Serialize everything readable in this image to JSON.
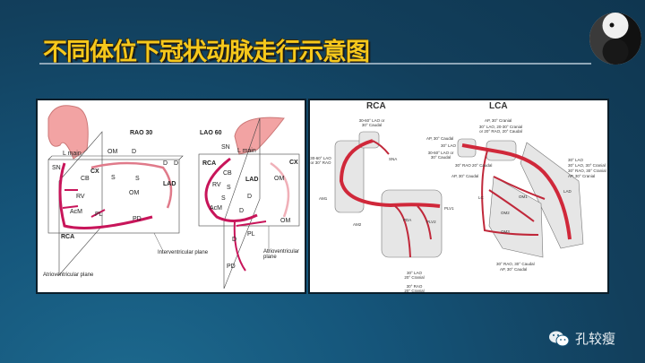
{
  "slide": {
    "title": "不同体位下冠状动脉走行示意图",
    "watermark": "孔较瘦",
    "watermark_icon": "wechat-icon",
    "logo_icon": "panda-yin-yang-logo",
    "title_color": "#f6c81c"
  },
  "left_figure": {
    "view1_title": "RAO 30",
    "view2_title": "LAO 60",
    "rao": {
      "lmain": "L main",
      "om1": "OM",
      "d1": "D",
      "d2": "D",
      "d3": "D",
      "sn": "SN",
      "cx": "CX",
      "cb": "CB",
      "s1": "S",
      "s2": "S",
      "lad": "LAD",
      "om2": "OM",
      "rv": "RV",
      "acm": "AcM",
      "pl": "PL",
      "pd": "PD",
      "rca": "RCA"
    },
    "lao": {
      "sn": "SN",
      "lmain": "L main",
      "rca": "RCA",
      "cb": "CB",
      "lad": "LAD",
      "cx": "CX",
      "om1": "OM",
      "rv": "RV",
      "s1": "S",
      "s2": "S",
      "d1": "D",
      "acm": "AcM",
      "d2": "D",
      "om2": "OM",
      "pl": "PL",
      "d3": "D",
      "pd": "PD"
    },
    "av_plane_1": "Atrioventricular plane",
    "iv_plane": "Interventricular plane",
    "av_plane_2": "Atrioventricular plane"
  },
  "right_figure": {
    "rca_title": "RCA",
    "lca_title": "LCA",
    "rca_notes": [
      "30-60° LAO or 30° Caudal",
      "30-60° LAO or 30° RAO",
      "SNA",
      "AM1",
      "AM2",
      "PDA",
      "PLV1",
      "PLV2",
      "30° LAO 20° Cranial",
      "30° RAO 20° Cranial"
    ],
    "lca_notes": [
      "AP, 30° Cranial",
      "30° LAO, 20-30° Cranial or 20° RAO, 20° Caudal",
      "AP, 30° Caudal",
      "30° LAO",
      "30-60° LAO or 30° Caudal",
      "30° RAO 20° Caudal",
      "AP, 30° Caudal",
      "30° LAO",
      "30° LAO, 30° Cranial",
      "30° RAO, 30° Cranial",
      "AP, 30° Cranial",
      "LAD",
      "LC",
      "OM1",
      "OM2",
      "OM3",
      "30° RAO, 30° Caudal",
      "AP, 30° Caudal"
    ]
  }
}
